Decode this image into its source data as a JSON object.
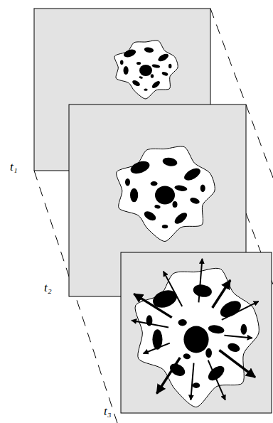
{
  "diagram": {
    "labels": [
      "t₁",
      "t₂",
      "t₃"
    ]
  }
}
